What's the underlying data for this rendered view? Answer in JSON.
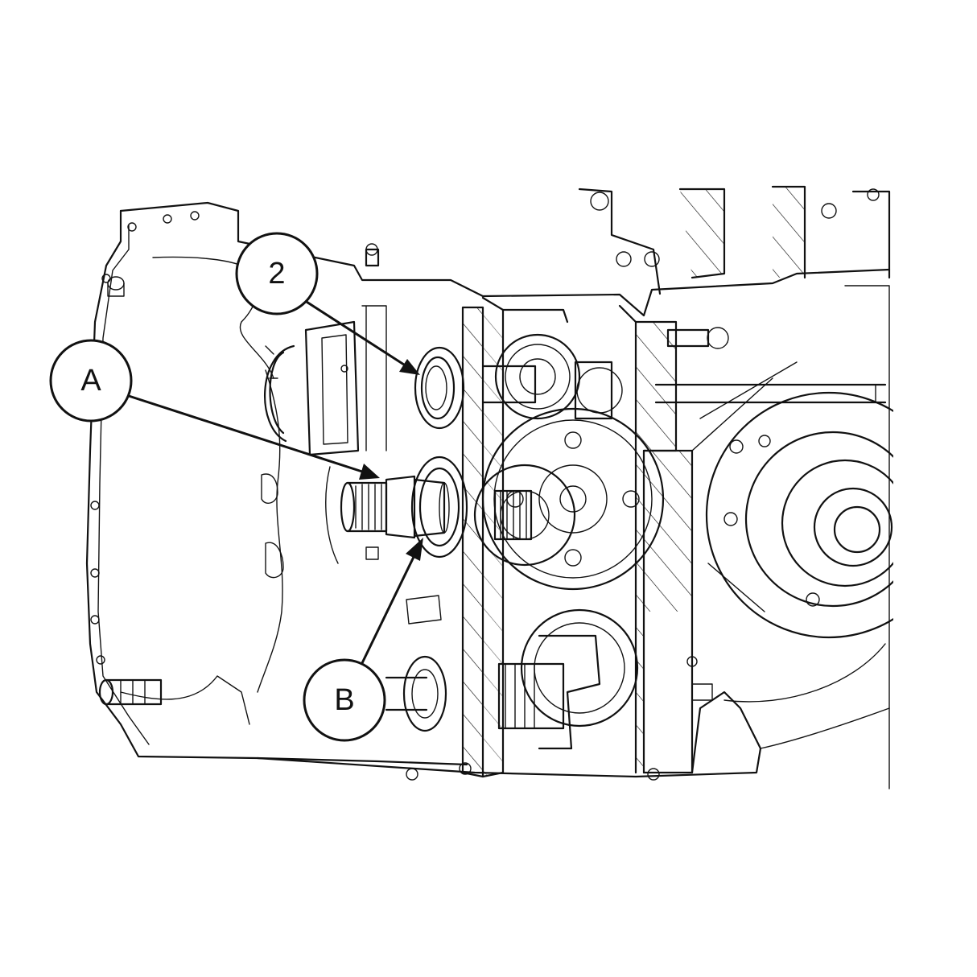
{
  "callouts": [
    {
      "id": "callout-2",
      "label": "2",
      "target": "bearing-2"
    },
    {
      "id": "callout-a",
      "label": "A",
      "target": "splined-shaft-a"
    },
    {
      "id": "callout-b",
      "label": "B",
      "target": "shaft-collar-b"
    }
  ]
}
